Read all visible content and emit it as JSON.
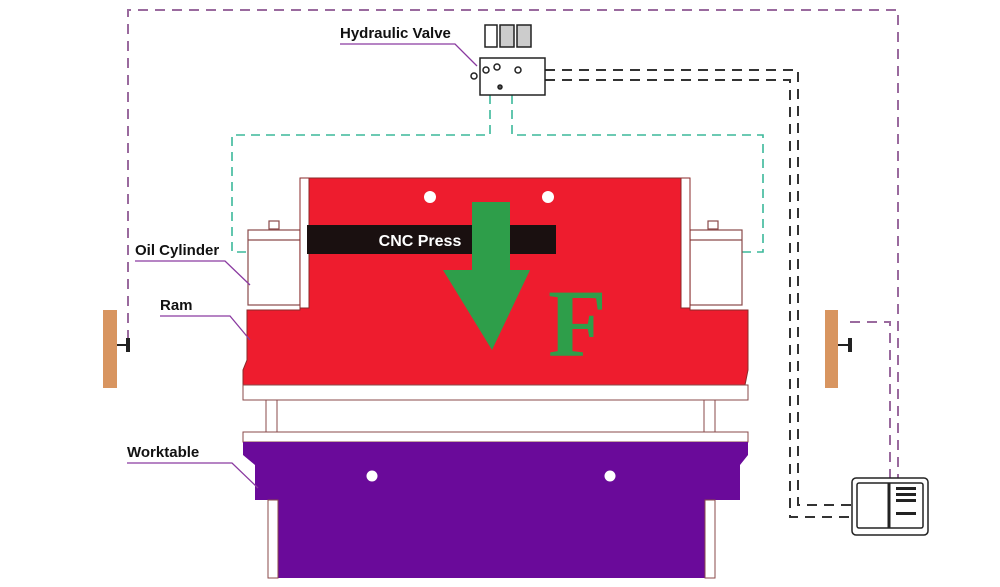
{
  "labels": {
    "hydraulic_valve": "Hydraulic Valve",
    "oil_cylinder": "Oil Cylinder",
    "ram": "Ram",
    "worktable": "Worktable",
    "cnc_press": "CNC Press",
    "force": "F"
  },
  "colors": {
    "ram": "#ee1c2e",
    "worktable": "#6a0a9a",
    "arrow": "#2e9e4a",
    "scale": "#d89560",
    "signal_line": "#9a6a9e",
    "hydraulic_line": "#3bb89a",
    "control_line": "#333333"
  }
}
